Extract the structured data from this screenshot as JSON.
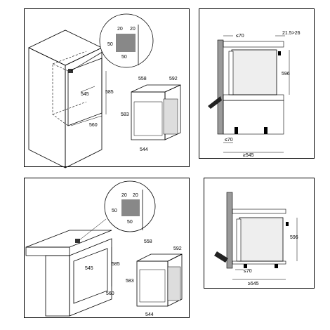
{
  "panels": [
    {
      "inset": {
        "h_top": "20",
        "v_left_top": "20",
        "v_left_mid": "50",
        "h_bottom": "50"
      },
      "cabinet": {
        "depth": "560",
        "width": "545",
        "height": "585"
      },
      "oven": {
        "width": "558",
        "depth": "592",
        "height": "583",
        "front_width": "544"
      }
    },
    {
      "gap_top": "≤70",
      "rail": "21.5>26",
      "height": "596",
      "gap_bottom": "≤70",
      "depth": "≥545"
    },
    {
      "inset": {
        "h_top": "20",
        "v_left_top": "20",
        "v_left_mid": "50",
        "h_bottom": "50"
      },
      "cabinet": {
        "depth": "560",
        "width": "545",
        "height": "585"
      },
      "oven": {
        "width": "558",
        "depth": "592",
        "height": "583",
        "front_width": "544"
      }
    },
    {
      "height": "596",
      "gap_bottom": "≤70",
      "depth": "≥545"
    }
  ]
}
